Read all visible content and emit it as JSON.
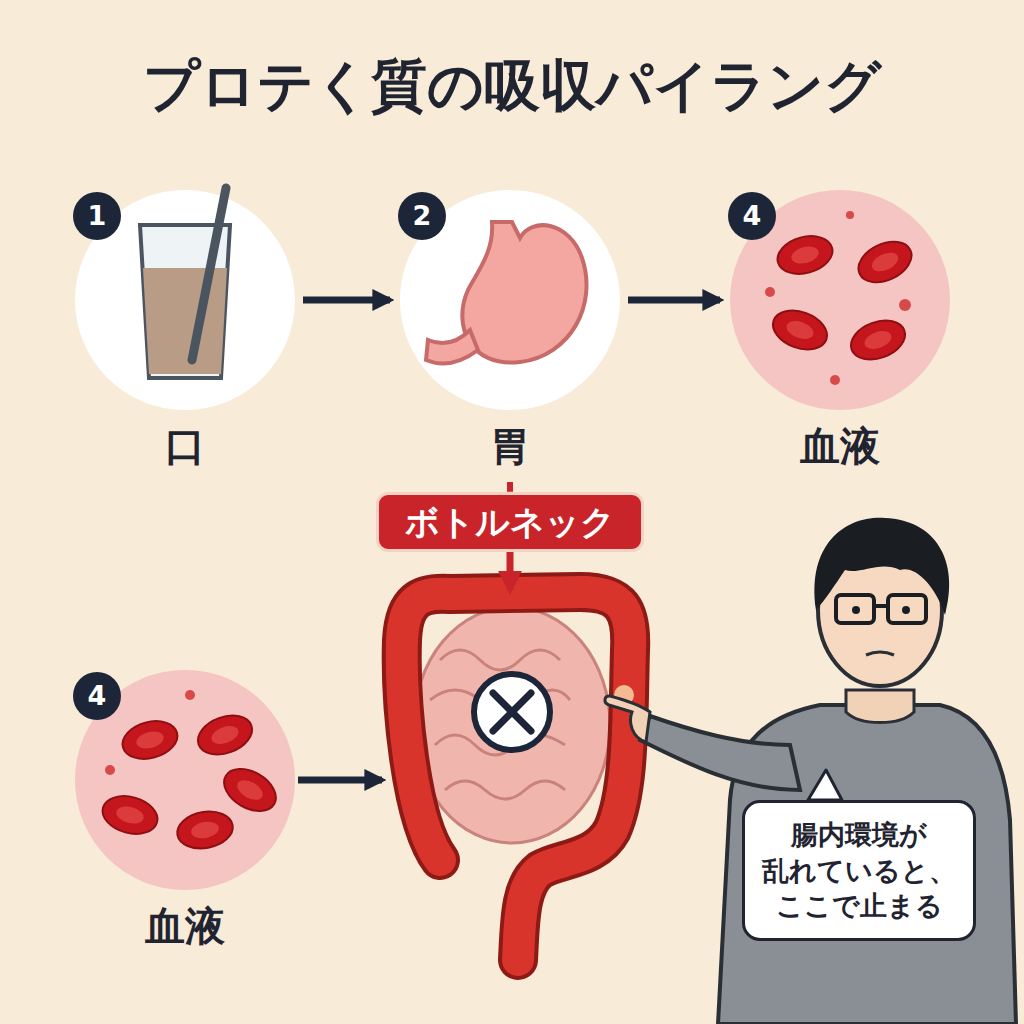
{
  "diagram": {
    "title": "プロテく質の吸収パイラング",
    "nodes": [
      {
        "text": [
          "1",
          "口"
        ]
      },
      {
        "text": [
          "2",
          "胃"
        ]
      },
      {
        "text": [
          "4",
          "血液"
        ]
      },
      {
        "text": [
          "ボトルネック"
        ]
      },
      {
        "text": [
          "4",
          "血液"
        ]
      },
      {
        "text": [
          "腸内環境が 乱れていると、 ここで止まる"
        ]
      }
    ],
    "edges": [
      {
        "from": 0,
        "to": 1,
        "arrow": "to"
      },
      {
        "from": 1,
        "to": 2,
        "arrow": "to"
      },
      {
        "from": 1,
        "to": 3,
        "arrow": "none"
      }
    ]
  }
}
